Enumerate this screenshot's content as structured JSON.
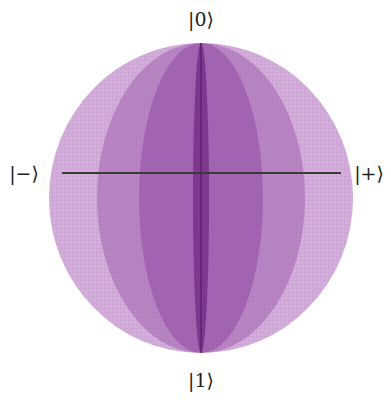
{
  "diagram": {
    "labels": [
      "|0⟩",
      "|−⟩",
      "|+⟩",
      "|1⟩"
    ]
  }
}
